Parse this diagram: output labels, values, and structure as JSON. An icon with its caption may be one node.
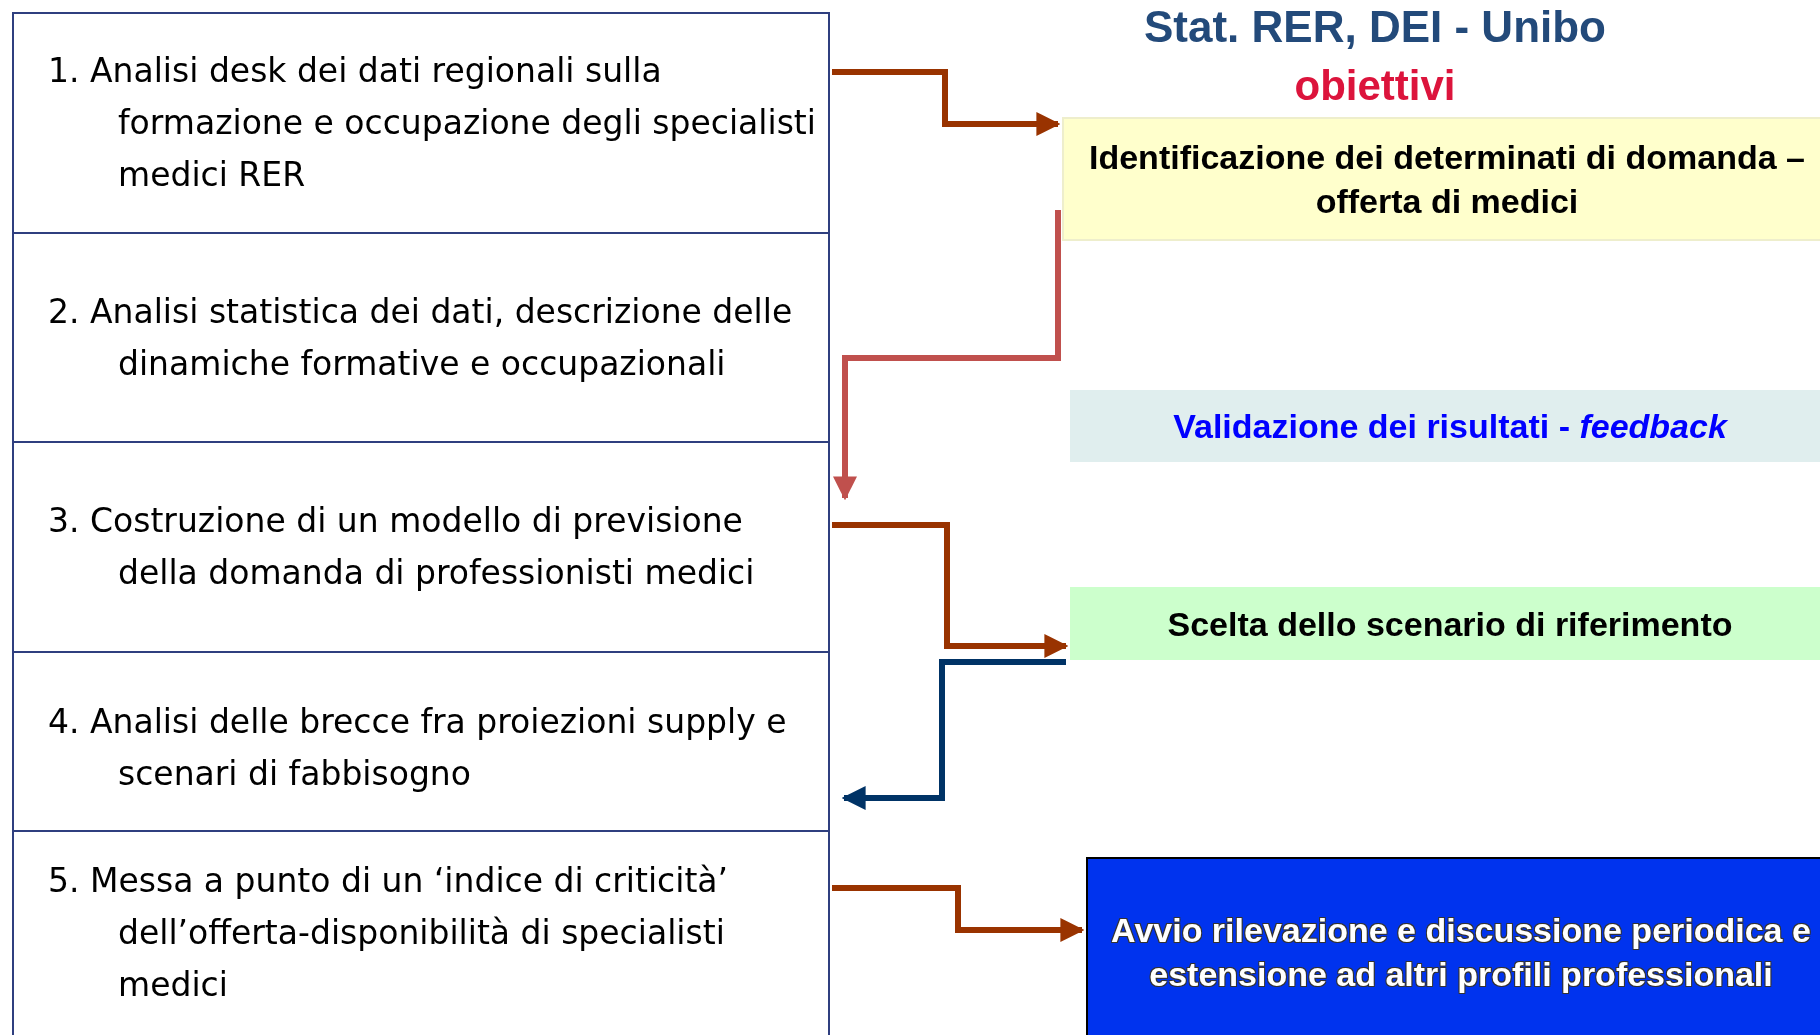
{
  "diagram": {
    "title": "Stat. RER, DEI - Unibo",
    "nodes": [
      {
        "text": [
          "1. Analisi desk dei dati regionali sulla formazione e occupazione degli specialisti medici RER"
        ]
      },
      {
        "text": [
          "2. Analisi statistica dei dati, descrizione delle dinamiche formative e occupazionali"
        ]
      },
      {
        "text": [
          "3. Costruzione di un modello di previsione della domanda di professionisti medici"
        ]
      },
      {
        "text": [
          "4. Analisi delle brecce fra proiezioni supply e scenari di fabbisogno"
        ]
      },
      {
        "text": [
          "5. Messa a punto di un ‘indice di criticità’ dell’offerta-disponibilità di specialisti medici"
        ]
      },
      {
        "text": [
          "Identificazione dei determinati di domanda – offerta di medici"
        ]
      },
      {
        "text": [
          "Validazione dei risultati - *feedback*"
        ]
      },
      {
        "text": [
          "Scelta dello scenario di riferimento"
        ]
      },
      {
        "text": [
          "Avvio rilevazione e discussione periodica e estensione ad altri profili professionali"
        ]
      }
    ],
    "edges": [
      {
        "from": 0,
        "to": 5,
        "arrow": "to"
      },
      {
        "from": 5,
        "to": 2,
        "arrow": "to",
        "color": "#c0504d"
      },
      {
        "from": 2,
        "to": 7,
        "arrow": "to"
      },
      {
        "from": 7,
        "to": 3,
        "arrow": "to",
        "color": "#003366"
      },
      {
        "from": 4,
        "to": 8,
        "arrow": "to"
      }
    ],
    "labels": [
      "obiettivi"
    ]
  }
}
